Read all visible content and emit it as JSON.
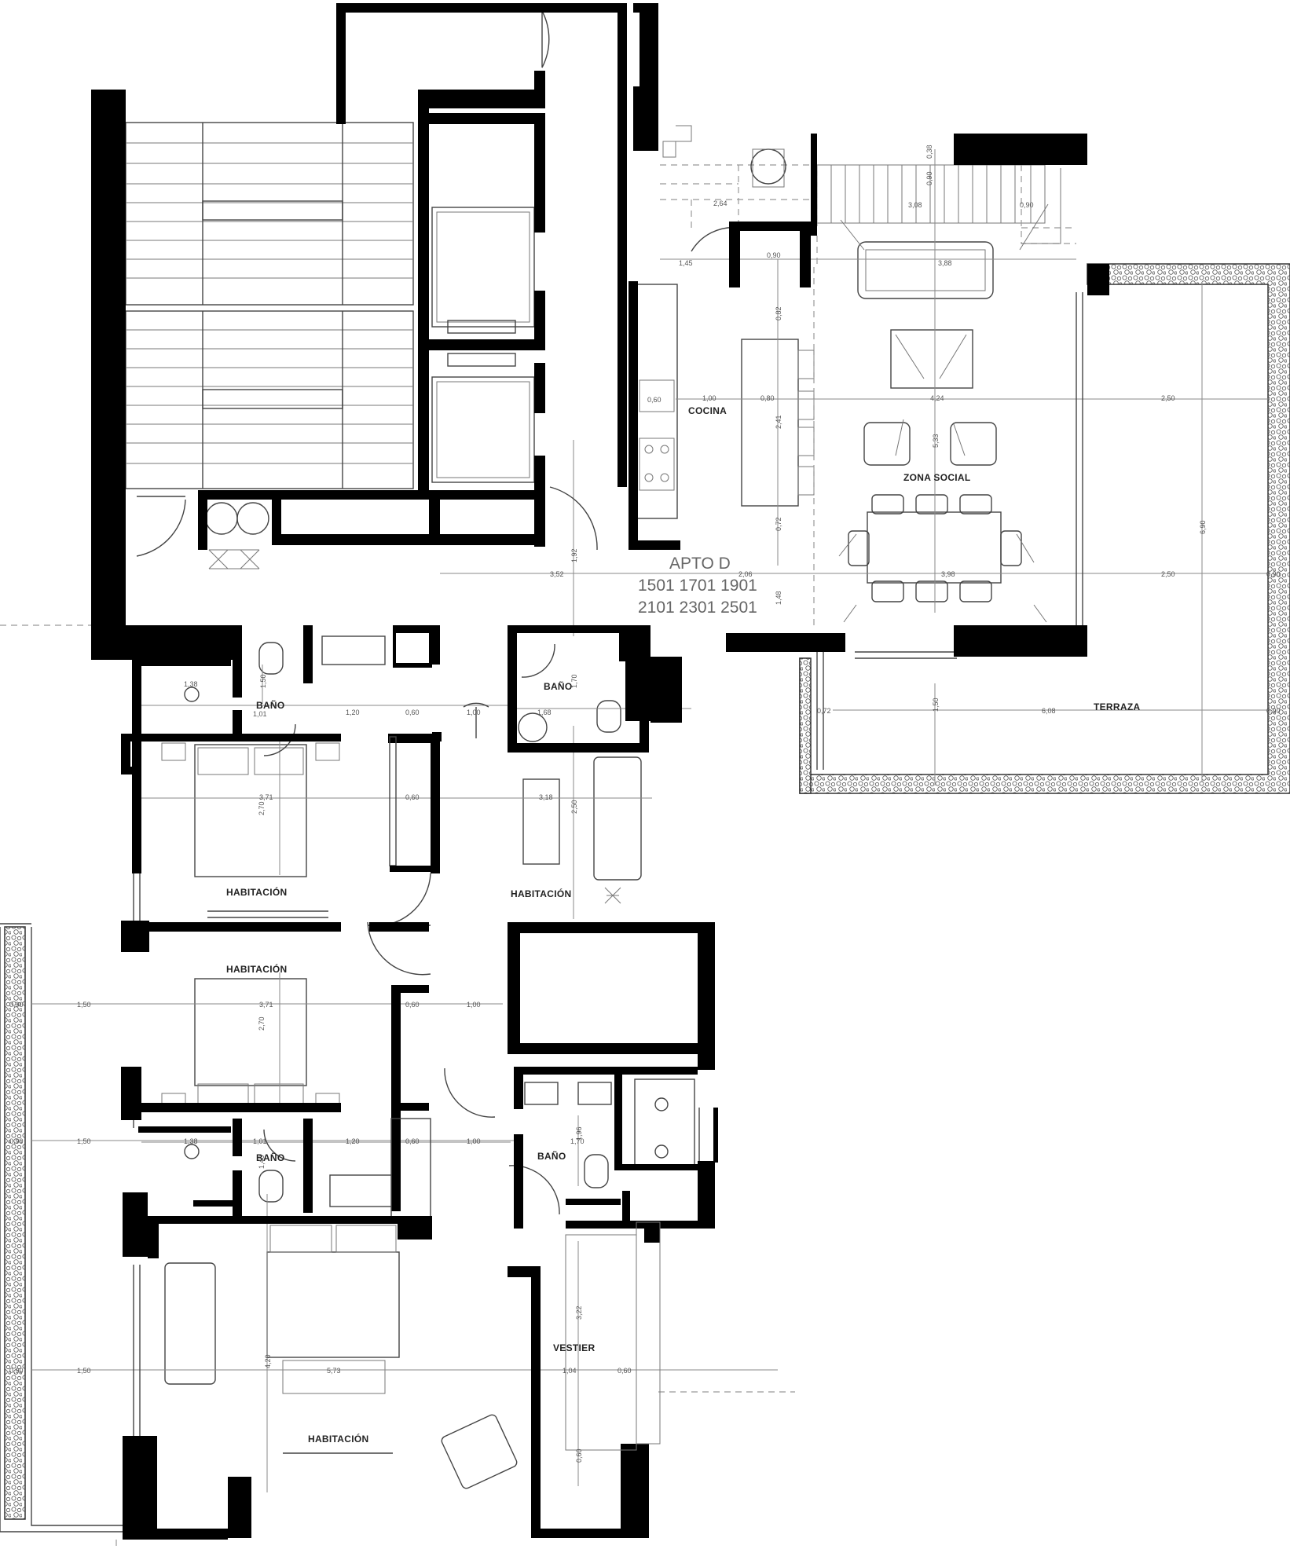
{
  "apartment": {
    "title": "APTO D",
    "units_line1": "1501 1701 1901",
    "units_line2": "2101 2301 2501"
  },
  "rooms": {
    "cocina": "COCINA",
    "zona_social": "ZONA SOCIAL",
    "terraza": "TERRAZA",
    "bano_1": "BAÑO",
    "bano_2": "BAÑO",
    "bano_3": "BAÑO",
    "bano_4": "BAÑO",
    "habitacion_1": "HABITACIÓN",
    "habitacion_2": "HABITACIÓN",
    "habitacion_3": "HABITACIÓN",
    "habitacion_4": "HABITACIÓN",
    "vestier": "VESTIER"
  },
  "dimensions": {
    "d_0_38": "0,38",
    "d_3_08": "3,08",
    "d_0_90a": "0,90",
    "d_0_90b": "0,90",
    "d_2_64": "2,64",
    "d_1_45": "1,45",
    "d_0_90c": "0,90",
    "d_3_88": "3,88",
    "d_0_82": "0,82",
    "d_0_60k": "0,60",
    "d_1_00k": "1,00",
    "d_0_80": "0,80",
    "d_4_24": "4,24",
    "d_2_50a": "2,50",
    "d_2_41": "2,41",
    "d_5_33": "5,33",
    "d_6_90": "6,90",
    "d_0_72a": "0,72",
    "d_3_52": "3,52",
    "d_1_92": "1,92",
    "d_2_06": "2,06",
    "d_3_98": "3,98",
    "d_2_50b": "2,50",
    "d_0_90t": "0,90",
    "d_1_48": "1,48",
    "d_1_50a": "1,50",
    "d_1_70a": "1,70",
    "d_1_38a": "1,38",
    "d_1_01a": "1,01",
    "d_1_20a": "1,20",
    "d_0_60a": "0,60",
    "d_1_00a": "1,00",
    "d_1_68": "1,68",
    "d_0_72b": "0,72",
    "d_1_50b": "1,50",
    "d_6_08": "6,08",
    "d_0_90r": "0,90",
    "d_2_70a": "2,70",
    "d_3_71a": "3,71",
    "d_0_60b": "0,60",
    "d_3_18": "3,18",
    "d_2_50c": "2,50",
    "d_0_90l1": "0,90",
    "d_1_50l1": "1,50",
    "d_3_71b": "3,71",
    "d_0_60c": "0,60",
    "d_1_00b": "1,00",
    "d_2_70b": "2,70",
    "d_0_90l2": "0,90",
    "d_1_50l2": "1,50",
    "d_1_38b": "1,38",
    "d_1_01b": "1,01",
    "d_1_20b": "1,20",
    "d_0_60d": "0,60",
    "d_1_00c": "1,00",
    "d_1_96": "1,96",
    "d_1_70b": "1,70",
    "d_1_40": "1,40",
    "d_3_22": "3,22",
    "d_0_90l3": "0,90",
    "d_1_50l3": "1,50",
    "d_5_73": "5,73",
    "d_4_20": "4,20",
    "d_1_04": "1,04",
    "d_0_60e": "0,60",
    "d_0_60f": "0,60"
  }
}
